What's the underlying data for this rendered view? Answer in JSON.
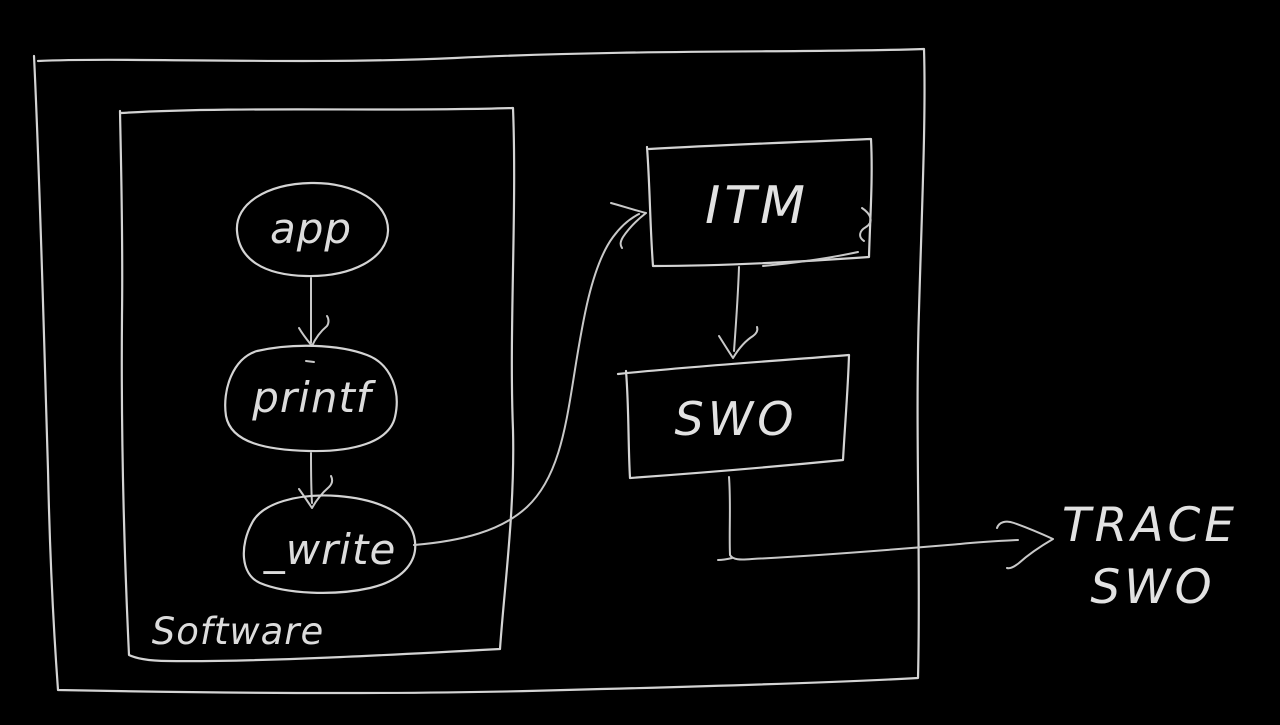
{
  "colors": {
    "background": "#000000",
    "ink": "#d4d4d4"
  },
  "nodes": {
    "software": {
      "label": "Software",
      "shape": "group-rect"
    },
    "app": {
      "label": "app",
      "shape": "ellipse"
    },
    "printf": {
      "label": "printf",
      "shape": "ellipse"
    },
    "write": {
      "label": "_write",
      "shape": "ellipse"
    },
    "itm": {
      "label": "ITM",
      "shape": "rect"
    },
    "swo": {
      "label": "SWO",
      "shape": "rect"
    },
    "trace_swo": {
      "line1": "TRACE",
      "line2": "SWO",
      "shape": "text"
    }
  },
  "edges": [
    {
      "from": "app",
      "to": "printf",
      "style": "arrow-down"
    },
    {
      "from": "printf",
      "to": "write",
      "style": "arrow-down"
    },
    {
      "from": "write",
      "to": "itm",
      "style": "curved-arrow"
    },
    {
      "from": "itm",
      "to": "swo",
      "style": "arrow-down"
    },
    {
      "from": "swo",
      "to": "trace_swo",
      "style": "elbow-arrow-right"
    }
  ]
}
